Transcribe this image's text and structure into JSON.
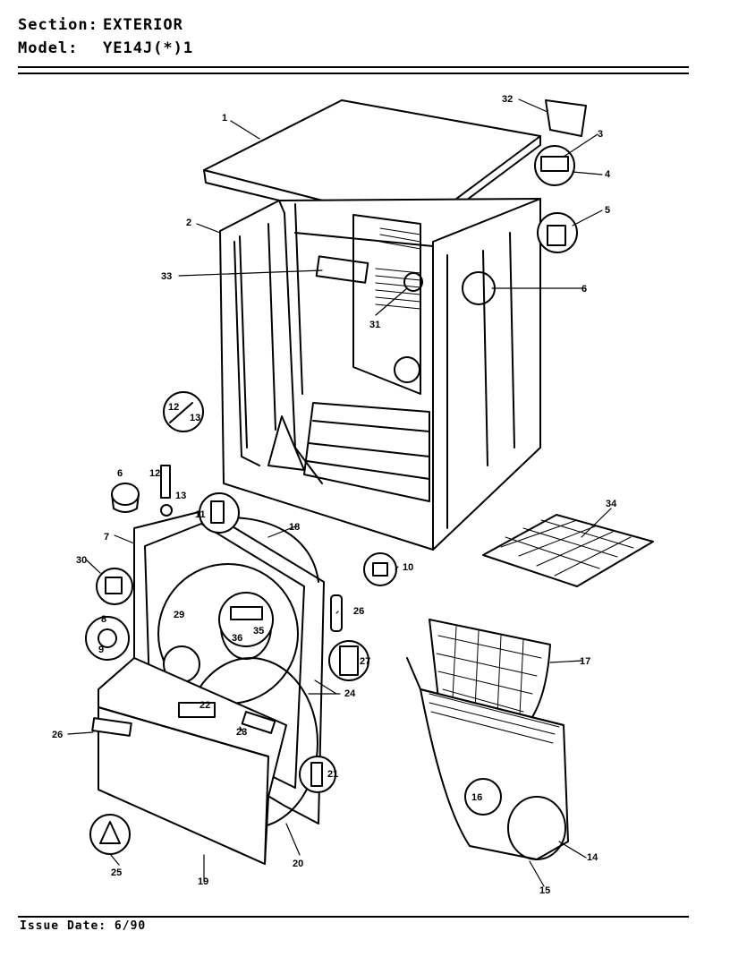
{
  "header": {
    "section_key": "Section:",
    "section_value": "EXTERIOR",
    "model_key": "Model:",
    "model_value": "YE14J(*)1"
  },
  "footer": {
    "issue_date": "Issue Date: 6/90"
  },
  "callouts": {
    "c1": "1",
    "c2": "2",
    "c3": "3",
    "c4": "4",
    "c5": "5",
    "c6a": "6",
    "c6b": "6",
    "c7": "7",
    "c8": "8",
    "c9": "9",
    "c10": "10",
    "c11": "11",
    "c12a": "12",
    "c12b": "12",
    "c13a": "13",
    "c13b": "13",
    "c14": "14",
    "c15": "15",
    "c16": "16",
    "c17": "17",
    "c18": "18",
    "c19": "19",
    "c20": "20",
    "c21": "21",
    "c22": "22",
    "c23": "23",
    "c24": "24",
    "c25": "25",
    "c26a": "26",
    "c26b": "26",
    "c27": "27",
    "c29": "29",
    "c30": "30",
    "c31": "31",
    "c32": "32",
    "c33": "33",
    "c34": "34",
    "c35": "35",
    "c36": "36"
  }
}
